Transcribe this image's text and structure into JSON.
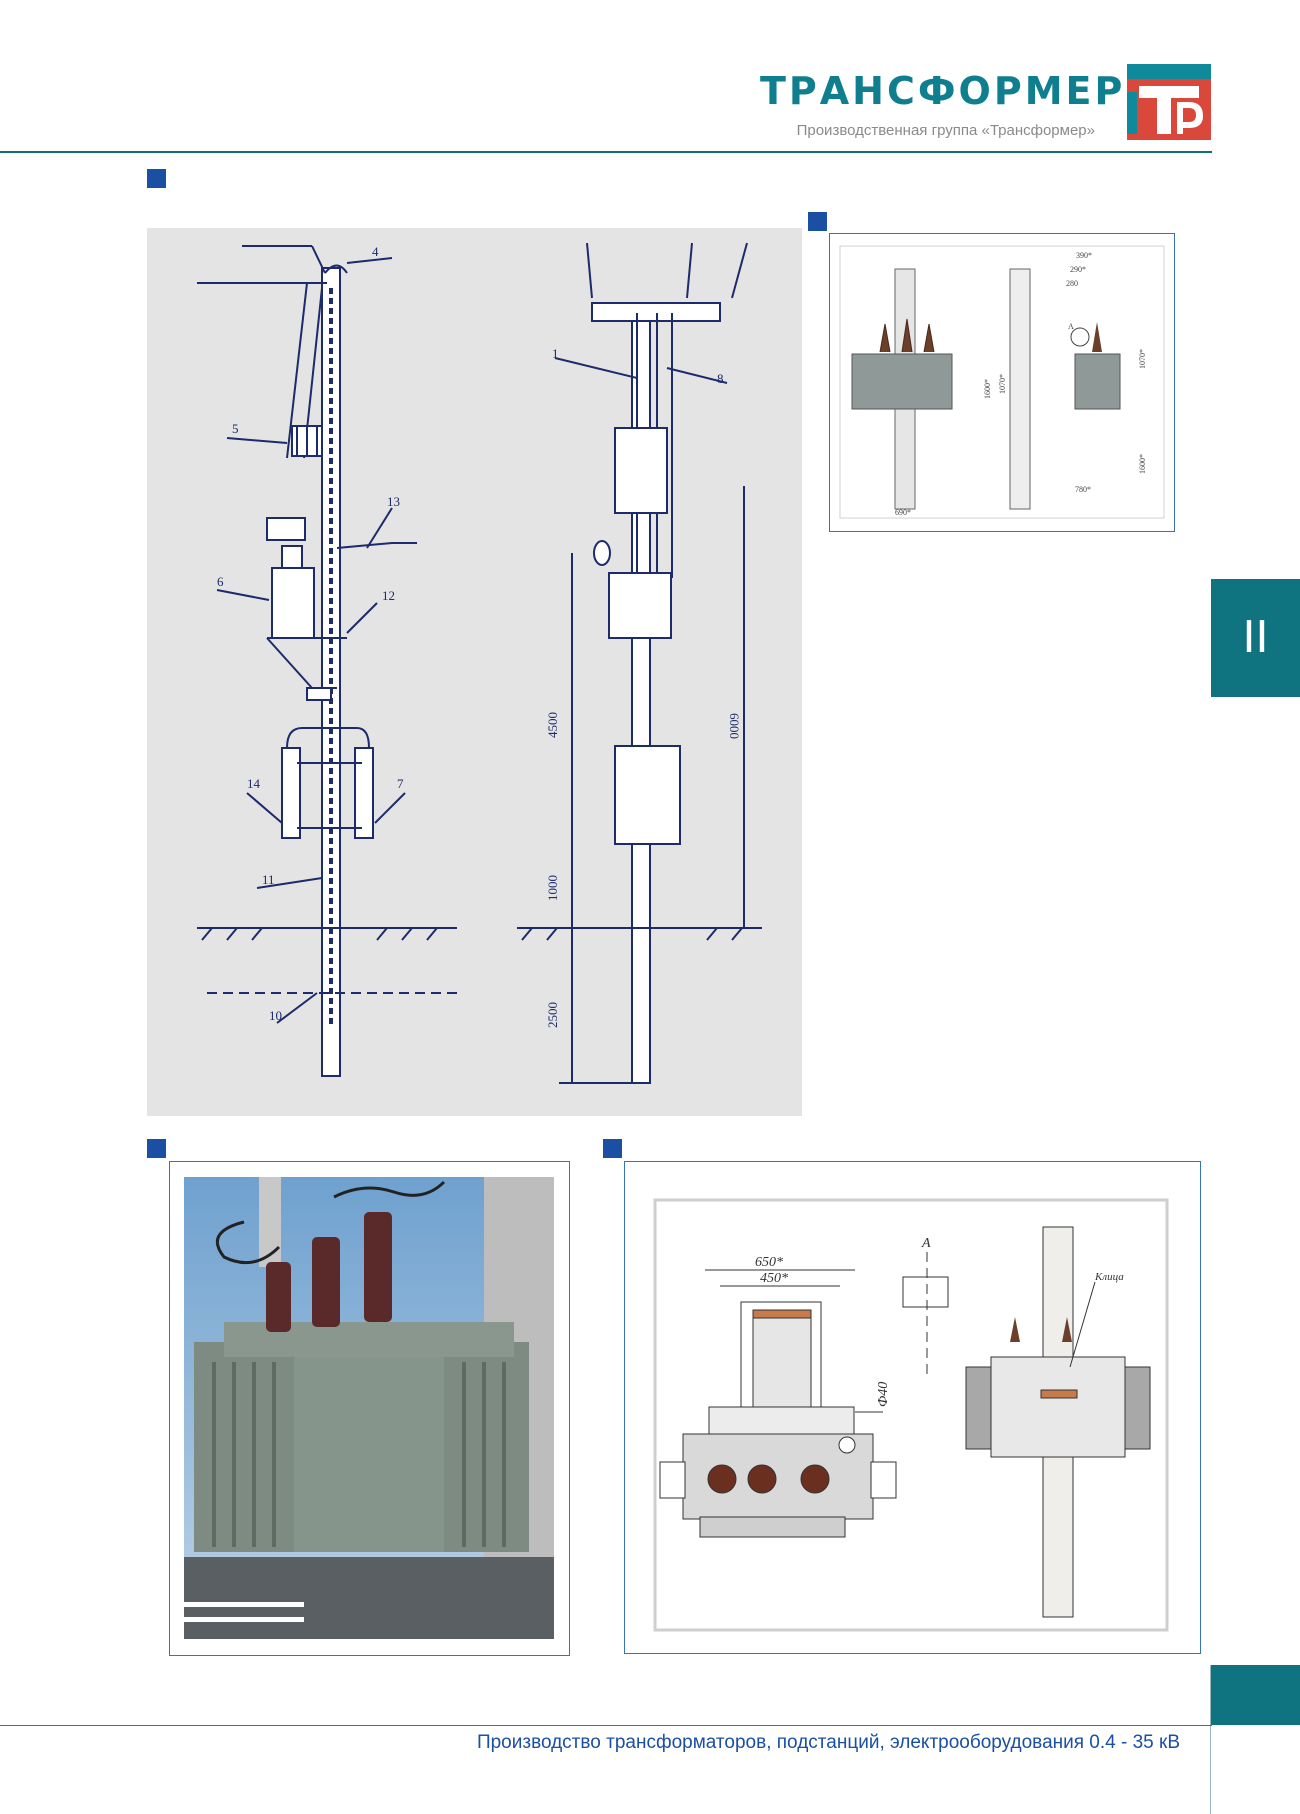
{
  "header": {
    "brand_name": "ТРАНСФОРМЕР",
    "brand_subtitle": "Производственная группа «Трансформер»"
  },
  "side_tab": {
    "label": "II"
  },
  "pole_drawing": {
    "callouts": [
      "4",
      "5",
      "13",
      "6",
      "12",
      "14",
      "7",
      "11",
      "10",
      "1",
      "8"
    ],
    "dimensions": [
      "4500",
      "6000",
      "1000",
      "2500"
    ]
  },
  "top_right_drawing": {
    "dimensions": [
      "390*",
      "290*",
      "280",
      "1070*",
      "1600*",
      "1070*",
      "1600*",
      "780*",
      "690*"
    ],
    "view_label": "А"
  },
  "bottom_right_drawing": {
    "dimensions": [
      "650*",
      "450*",
      "Ф40"
    ],
    "view_label": "А",
    "callout": "Клица"
  },
  "footer": {
    "text": "Производство трансформаторов, подстанций, электрооборудования 0.4 - 35 кВ"
  }
}
